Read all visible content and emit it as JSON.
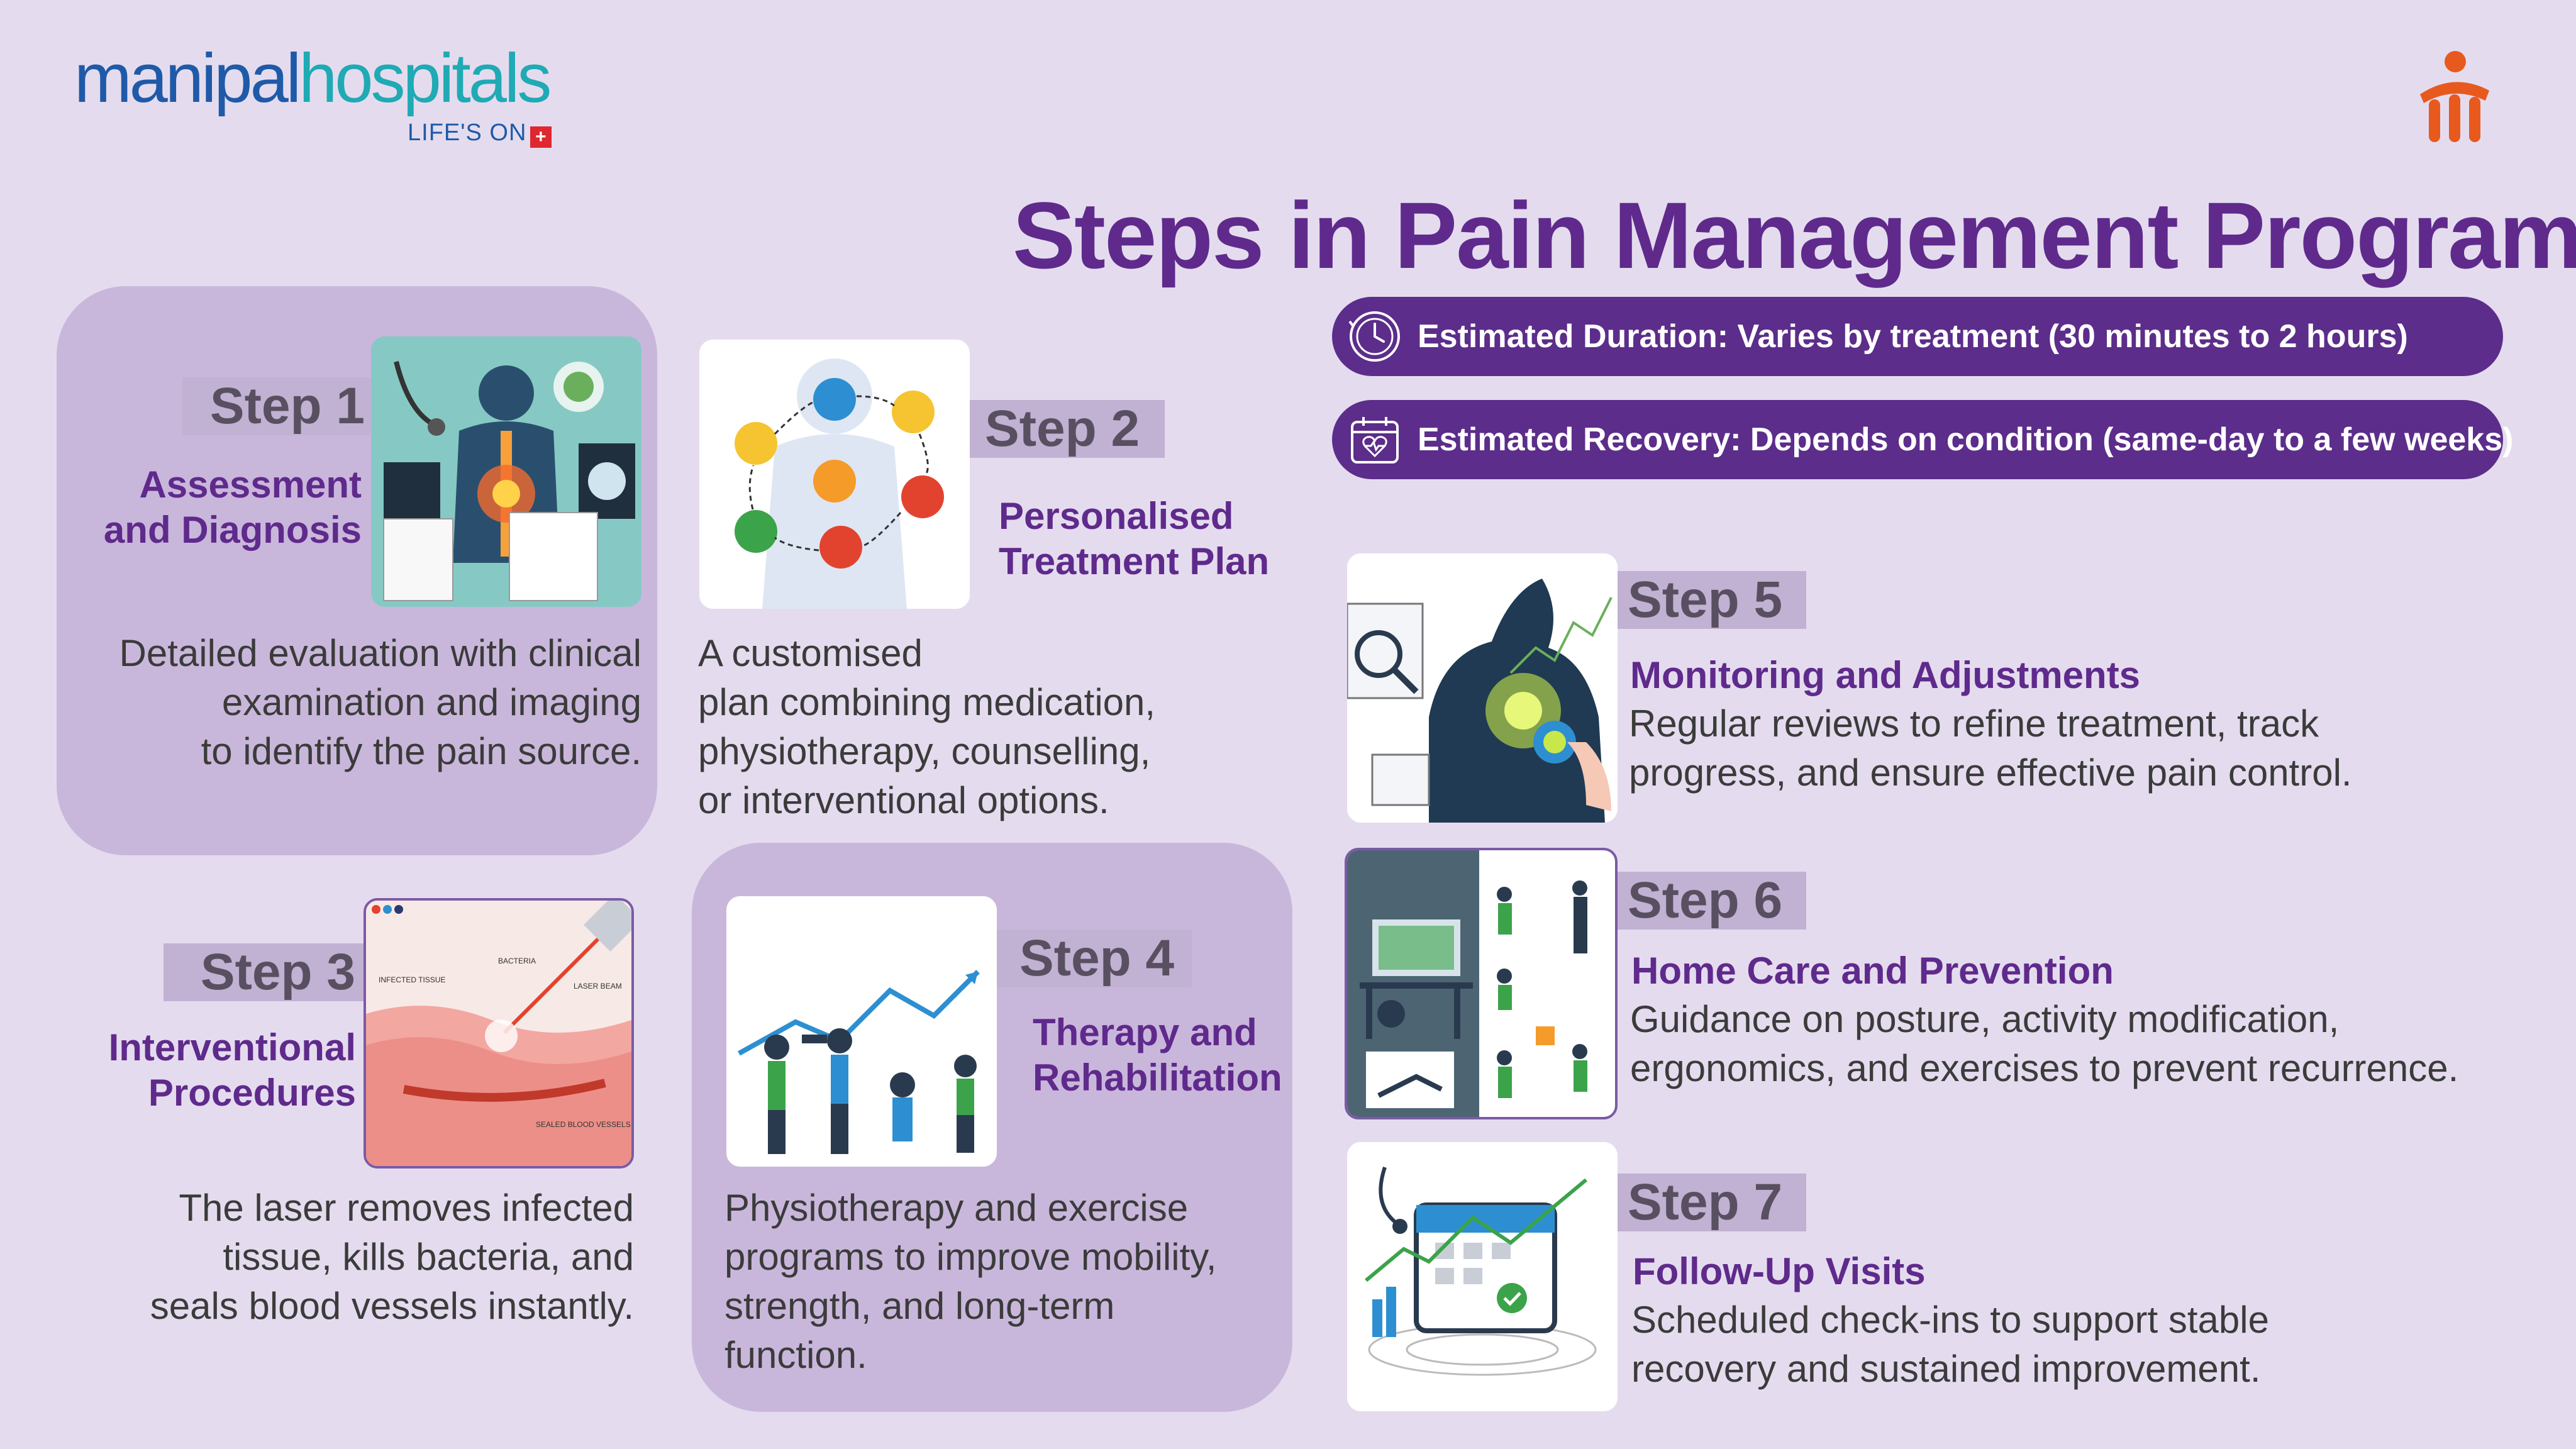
{
  "brand": {
    "name_part1": "manipal",
    "name_part2": "hospitals",
    "tagline": "LIFE'S ON",
    "colors": {
      "primary": "#1f5aa8",
      "secondary": "#1faab4",
      "plus": "#e0262e"
    }
  },
  "title": "Steps in Pain Management Program",
  "info": {
    "duration": "Estimated Duration: Varies by treatment (30 minutes to 2 hours)",
    "recovery": "Estimated Recovery: Depends on condition (same-day to a few weeks)",
    "duration_icon": "clock-icon",
    "recovery_icon": "calendar-heart-icon"
  },
  "colors": {
    "purple": "#5c2d8a",
    "heading": "#5f2a8c",
    "panel": "#c9b7db",
    "background": "#e4dcee"
  },
  "steps": [
    {
      "label": "Step 1",
      "heading_lines": [
        "Assessment",
        "and Diagnosis"
      ],
      "body_lines": [
        "Detailed evaluation with clinical",
        "examination and imaging",
        "to identify the pain source."
      ]
    },
    {
      "label": "Step 2",
      "heading_lines": [
        "Personalised",
        "Treatment Plan"
      ],
      "body_lines": [
        "A customised",
        "plan combining medication,",
        "physiotherapy, counselling,",
        "or interventional options."
      ]
    },
    {
      "label": "Step 3",
      "heading_lines": [
        "Interventional",
        "Procedures"
      ],
      "body_lines": [
        "The laser removes infected",
        "tissue, kills bacteria, and",
        "seals blood vessels instantly."
      ]
    },
    {
      "label": "Step 4",
      "heading_lines": [
        "Therapy and",
        "Rehabilitation"
      ],
      "body_lines": [
        "Physiotherapy and exercise",
        "programs to improve mobility,",
        "strength, and long-term",
        "function."
      ]
    },
    {
      "label": "Step 5",
      "heading": "Monitoring and Adjustments",
      "body_lines": [
        "Regular reviews to refine treatment, track",
        "progress, and ensure effective pain control."
      ]
    },
    {
      "label": "Step 6",
      "heading": "Home Care and Prevention",
      "body_lines": [
        "Guidance on posture, activity modification,",
        "ergonomics, and exercises to prevent recurrence."
      ]
    },
    {
      "label": "Step 7",
      "heading": "Follow-Up Visits",
      "body_lines": [
        "Scheduled check-ins to support stable",
        "recovery and sustained improvement."
      ]
    }
  ],
  "illustration_labels": {
    "infected_tissue": "INFECTED TISSUE",
    "bacteria": "BACTERIA",
    "laser_beam": "LASER BEAM",
    "sealed_vessels": "SEALED BLOOD VESSELS"
  }
}
